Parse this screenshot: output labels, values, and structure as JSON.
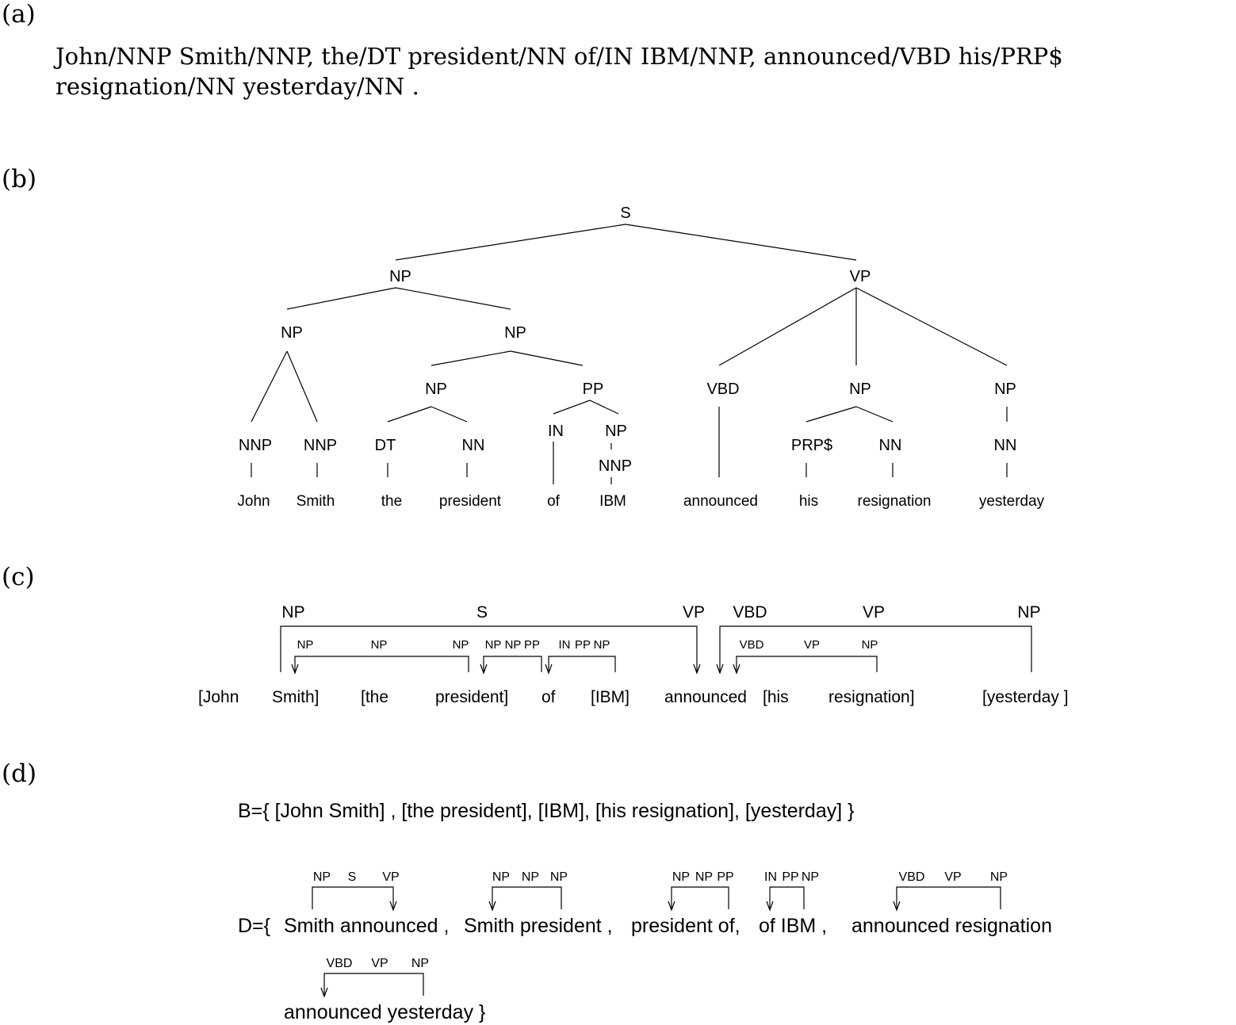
{
  "panels": {
    "a": "(a)",
    "b": "(b)",
    "c": "(c)",
    "d": "(d)"
  },
  "tagged_sentence": "John/NNP Smith/NNP, the/DT president/NN of/IN IBM/NNP, announced/VBD his/PRP$ resignation/NN yesterday/NN .",
  "tree_labels": {
    "s": "S",
    "np_subject": "NP",
    "vp": "VP",
    "np_john_smith": "NP",
    "np_president_of_ibm": "NP",
    "np_the_president": "NP",
    "pp": "PP",
    "vbd": "VBD",
    "np_his_resignation": "NP",
    "np_yesterday": "NP",
    "nnp_john": "NNP",
    "nnp_smith": "NNP",
    "dt": "DT",
    "nn_president": "NN",
    "in": "IN",
    "np_ibm": "NP",
    "nnp_ibm": "NNP",
    "prp": "PRP$",
    "nn_resignation": "NN",
    "nn_yesterday": "NN"
  },
  "tree_words": [
    "John",
    "Smith",
    "the",
    "president",
    "of",
    "IBM",
    "announced",
    "his",
    "resignation",
    "yesterday"
  ],
  "dep_c_words": [
    "[John",
    "Smith]",
    "[the",
    "president]",
    "of",
    "[IBM]",
    "announced",
    "[his",
    "resignation]",
    "[yesterday ]"
  ],
  "dep_c_arcs": [
    [
      "NP",
      "S",
      "VP"
    ],
    [
      "VBD",
      "VP",
      "NP"
    ],
    [
      "NP",
      "NP",
      "NP"
    ],
    [
      "NP",
      "NP",
      "PP"
    ],
    [
      "IN",
      "PP",
      "NP"
    ],
    [
      "VBD",
      "VP",
      "NP"
    ]
  ],
  "set_b": "B={ [John Smith] , [the president], [IBM], [his resignation], [yesterday] }",
  "set_d": {
    "prefix": "D={",
    "items": [
      "Smith announced ,",
      "Smith president ,",
      "president of,",
      "of IBM ,",
      "announced resignation",
      "announced yesterday }"
    ],
    "arcs": [
      [
        "NP",
        "S",
        "VP"
      ],
      [
        "NP",
        "NP",
        "NP"
      ],
      [
        "NP",
        "NP",
        "PP"
      ],
      [
        "IN",
        "PP",
        "NP"
      ],
      [
        "VBD",
        "VP",
        "NP"
      ],
      [
        "VBD",
        "VP",
        "NP"
      ]
    ]
  }
}
